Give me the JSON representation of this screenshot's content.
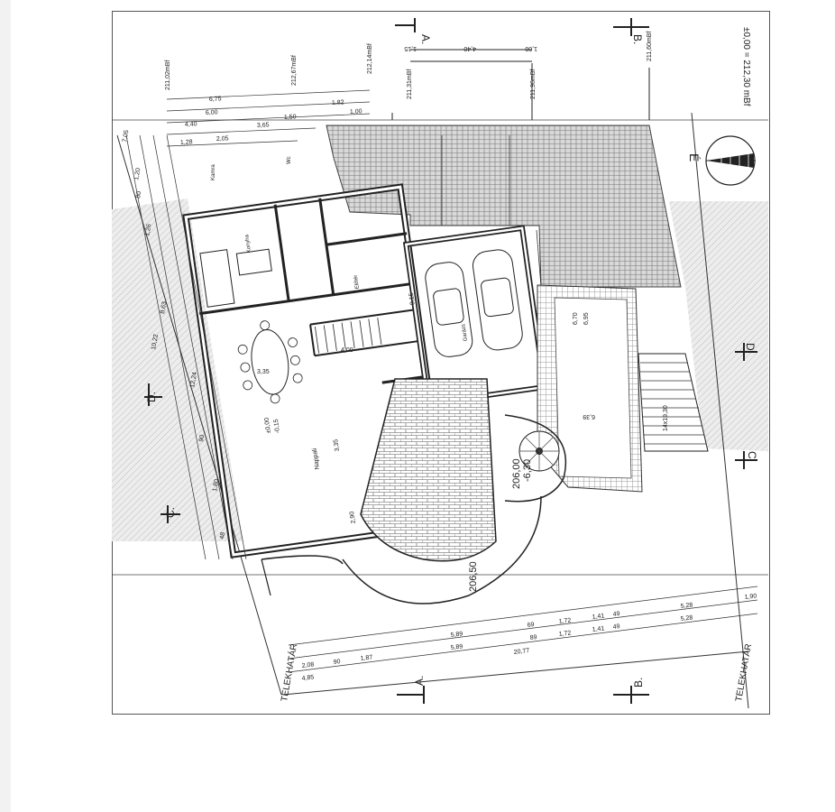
{
  "sections": {
    "a_top": "A.",
    "b_top": "B.",
    "a_bottom": "A.",
    "b_bottom": "B.",
    "c_left": "C.",
    "c_right": "C.",
    "d_left": "D.",
    "d_right": "D."
  },
  "elevation_reference": "±0,00 = 212,30 mBf",
  "north_label": "É",
  "boundary_label": "TELEKHATÁR",
  "levels": {
    "top_right": "211,60mBf",
    "top_left": "211,31mBf",
    "top_mid": "211,96mBf",
    "top_far_left": "211,02mBf",
    "top_left2": "212,67mBf",
    "top_left3": "212,14mBf"
  },
  "arc_levels": {
    "radius_1": "206,50",
    "radius_2": "206,00",
    "radius_3": "-6,30"
  },
  "rooms": {
    "living": "Nappali",
    "kitchen": "Konyha",
    "garage": "Garázs",
    "pantry": "Kamra",
    "wc": "Wc",
    "entry": "Előtér"
  },
  "top_dims": [
    "1,15",
    "4,40",
    "1,00",
    "6,75",
    "6,00",
    "4,40",
    "1,50",
    "1,82",
    "1,00",
    "2,05",
    "3,65",
    "1,28"
  ],
  "bottom_dims_row1": [
    "5,89",
    "69",
    "1,72",
    "1,41",
    "49",
    "5,28",
    "1,90"
  ],
  "bottom_dims_row2": [
    "2,08",
    "90",
    "1,87",
    "5,89",
    "89",
    "1,72",
    "1,41",
    "49",
    "5,28"
  ],
  "bottom_dims_row3": [
    "4,85",
    "20,77"
  ],
  "left_dims": [
    "7,05",
    "1,20",
    "80",
    "1,26",
    "8,63",
    "10,22",
    "12,24",
    "90",
    "1,80",
    "48"
  ],
  "interior_dims": [
    "3,35",
    "4,00",
    "6,70",
    "6,95",
    "6,39",
    "3,35",
    "2,90",
    "±0,00",
    "-0,15",
    "-0,15"
  ],
  "stairs_label": "14x19,30"
}
